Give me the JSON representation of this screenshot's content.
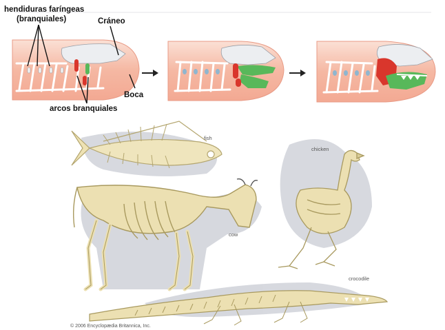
{
  "embryo_labels": {
    "pharyngeal_slits_line1": "hendiduras faríngeas",
    "pharyngeal_slits_line2": "(branquiales)",
    "skull": "Cráneo",
    "mouth": "Boca",
    "gill_arches": "arcos branquiales"
  },
  "skeleton_labels": {
    "fish": "fish",
    "chicken": "chicken",
    "cow": "cow",
    "crocodile": "crocodile",
    "copyright": "© 2006 Encyclopædia Britannica, Inc."
  },
  "colors": {
    "body_pink": "#f7c9b8",
    "body_pink_dark": "#ef9f87",
    "skull_gray": "#e9ebee",
    "arch_red": "#d9362c",
    "arch_green": "#58b85a",
    "slit_blue": "#8fb6cf",
    "bone": "#e8dcae",
    "bone_dark": "#b3a56e",
    "shadow": "#c7cbd3"
  },
  "icons": [
    "arrow-right-icon",
    "arrow-right-icon"
  ]
}
